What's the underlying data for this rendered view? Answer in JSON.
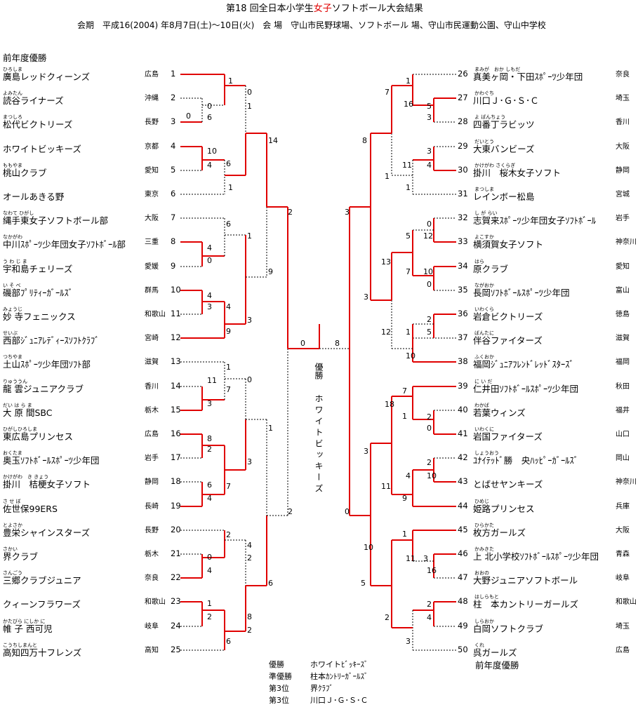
{
  "header": {
    "title_pre": "第18 回全日本小学生",
    "title_red": "女子",
    "title_post": "ソフトボール大会結果",
    "subtitle": "会期　平成16(2004) 年8月7日(土)～10日(火)　会 場　守山市民野球場、ソフトボール 場、守山市民運動公園、守山中学校"
  },
  "labels": {
    "prev_winner_left": "前年度優勝",
    "prev_winner_right": "前年度優勝",
    "champion_caption": "優勝",
    "champion_name": "ホワイトビッキーズ"
  },
  "left_teams": [
    {
      "seed": "1",
      "name": "廣島レッドクィーンズ",
      "ruby": "ひろしま",
      "pref": "広島"
    },
    {
      "seed": "2",
      "name": "読谷ライナーズ",
      "ruby": "よみたん",
      "pref": "沖縄"
    },
    {
      "seed": "3",
      "name": "松代ビクトリーズ",
      "ruby": "まつしろ",
      "pref": "長野"
    },
    {
      "seed": "4",
      "name": "ホワイトビッキーズ",
      "ruby": "",
      "pref": "京都"
    },
    {
      "seed": "5",
      "name": "桃山クラブ",
      "ruby": "ももやま",
      "pref": "愛知"
    },
    {
      "seed": "6",
      "name": "オールあきる野",
      "ruby": "",
      "pref": "東京"
    },
    {
      "seed": "7",
      "name": "縄手東女子ソフトボール部",
      "ruby": "なわて ひがし",
      "pref": "大阪"
    },
    {
      "seed": "8",
      "name": "中川ｽﾎﾟｰﾂ少年団女子ｿﾌﾄﾎﾞｰﾙ部",
      "ruby": "なかがわ",
      "pref": "三重"
    },
    {
      "seed": "9",
      "name": "宇和島チェリーズ",
      "ruby": "う わ じ ま",
      "pref": "愛媛"
    },
    {
      "seed": "10",
      "name": "磯部ﾌﾟﾘﾃｨｰｶﾞｰﾙｽﾞ",
      "ruby": "い そ べ",
      "pref": "群馬"
    },
    {
      "seed": "11",
      "name": "妙 寺フェニックス",
      "ruby": "みょうじ",
      "pref": "和歌山"
    },
    {
      "seed": "12",
      "name": "西部ｼﾞｭﾆｱﾚﾃﾞｨｰｽｿﾌﾄｸﾗﾌﾞ",
      "ruby": "せいぶ",
      "pref": "宮崎"
    },
    {
      "seed": "13",
      "name": "土山ｽﾎﾟｰﾂ少年団ｿﾌﾄ部",
      "ruby": "つちやま",
      "pref": "滋賀"
    },
    {
      "seed": "14",
      "name": "龍 雲ジュニアクラブ",
      "ruby": "りゅううん",
      "pref": "香川"
    },
    {
      "seed": "15",
      "name": "大 原 間SBC",
      "ruby": "だい は ら ま",
      "pref": "栃木"
    },
    {
      "seed": "16",
      "name": "東広島プリンセス",
      "ruby": "ひがしひろしま",
      "pref": "広島"
    },
    {
      "seed": "17",
      "name": "奥玉ｿﾌﾄﾎﾞｰﾙｽﾎﾟｰﾂ少年団",
      "ruby": "おくたま",
      "pref": "岩手"
    },
    {
      "seed": "18",
      "name": "掛川　桔梗女子ソフト",
      "ruby": "かけがわ　き きょう",
      "pref": "静岡"
    },
    {
      "seed": "19",
      "name": "佐世保99ERS",
      "ruby": "さ せ ぼ",
      "pref": "長崎"
    },
    {
      "seed": "20",
      "name": "豊栄シャインスターズ",
      "ruby": "とよさか",
      "pref": "長野"
    },
    {
      "seed": "21",
      "name": "界クラブ",
      "ruby": "さかい",
      "pref": "栃木"
    },
    {
      "seed": "22",
      "name": "三郷クラブジュニア",
      "ruby": "さんごう",
      "pref": "奈良"
    },
    {
      "seed": "23",
      "name": "クィーンフラワーズ",
      "ruby": "",
      "pref": "和歌山"
    },
    {
      "seed": "24",
      "name": "帷 子 西可児",
      "ruby": "かたびら にしか に",
      "pref": "岐阜"
    },
    {
      "seed": "25",
      "name": "高知四万十フレンズ",
      "ruby": "こうちしまんと",
      "pref": "高知"
    }
  ],
  "right_teams": [
    {
      "seed": "26",
      "name": "真美ヶ岡・下田ｽﾎﾟｰﾂ少年団",
      "ruby": "まみが　おか しもだ",
      "pref": "奈良"
    },
    {
      "seed": "27",
      "name": "川口Ｊ･Ｇ･Ｓ･Ｃ",
      "ruby": "かわぐち",
      "pref": "埼玉"
    },
    {
      "seed": "28",
      "name": "四番丁ラビッツ",
      "ruby": "よ ばんちょう",
      "pref": "香川"
    },
    {
      "seed": "29",
      "name": "大東バンビーズ",
      "ruby": "だいとう",
      "pref": "大阪"
    },
    {
      "seed": "30",
      "name": "掛川　桜木女子ソフト",
      "ruby": "かけがわ さくらぎ",
      "pref": "静岡"
    },
    {
      "seed": "31",
      "name": "レインボー松島",
      "ruby": "まつしま",
      "pref": "宮城"
    },
    {
      "seed": "32",
      "name": "志賀来ｽﾎﾟｰﾂ少年団女子ｿﾌﾄﾎﾞｰﾙ",
      "ruby": "し が らい",
      "pref": "岩手"
    },
    {
      "seed": "33",
      "name": "横須賀女子ソフト",
      "ruby": "よこすか",
      "pref": "神奈川"
    },
    {
      "seed": "34",
      "name": "原クラブ",
      "ruby": "はら",
      "pref": "愛知"
    },
    {
      "seed": "35",
      "name": "長岡ｿﾌﾄﾎﾞｰﾙｽﾎﾟｰﾂ少年団",
      "ruby": "ながおか",
      "pref": "富山"
    },
    {
      "seed": "36",
      "name": "岩倉ビクトリーズ",
      "ruby": "いわくら",
      "pref": "徳島"
    },
    {
      "seed": "37",
      "name": "伴谷ファイターズ",
      "ruby": "ばんたに",
      "pref": "滋賀"
    },
    {
      "seed": "38",
      "name": "福岡ｼﾞｭﾆｱﾌﾚﾝﾄﾞﾚｯﾄﾞｽﾀｰｽﾞ",
      "ruby": "ふくおか",
      "pref": "福岡"
    },
    {
      "seed": "39",
      "name": "仁井田ｿﾌﾄﾎﾞｰﾙｽﾎﾟｰﾂ少年団",
      "ruby": "に い だ",
      "pref": "秋田"
    },
    {
      "seed": "40",
      "name": "若葉ウィンズ",
      "ruby": "わかば",
      "pref": "福井"
    },
    {
      "seed": "41",
      "name": "岩国ファイターズ",
      "ruby": "いわくに",
      "pref": "山口"
    },
    {
      "seed": "42",
      "name": "ﾕﾅｲﾃｯﾄﾞ勝　央ﾊｯﾋﾟｰｶﾞｰﾙｽﾞ",
      "ruby": "しょうおう",
      "pref": "岡山"
    },
    {
      "seed": "43",
      "name": "とばせヤンキーズ",
      "ruby": "",
      "pref": "神奈川"
    },
    {
      "seed": "44",
      "name": "姫路プリンセス",
      "ruby": "ひめじ",
      "pref": "兵庫"
    },
    {
      "seed": "45",
      "name": "枚方ガールズ",
      "ruby": "ひらかた",
      "pref": "大阪"
    },
    {
      "seed": "46",
      "name": "上 北小学校ｿﾌﾄﾎﾞｰﾙｽﾎﾟｰﾂ少年団",
      "ruby": "かみきた",
      "pref": "青森"
    },
    {
      "seed": "47",
      "name": "大野ジュニアソフトボール",
      "ruby": "おおの",
      "pref": "岐阜"
    },
    {
      "seed": "48",
      "name": "柱　本カントリーガールズ",
      "ruby": "はしらもと",
      "pref": "和歌山"
    },
    {
      "seed": "49",
      "name": "白岡ソフトクラブ",
      "ruby": "しらおか",
      "pref": "埼玉"
    },
    {
      "seed": "50",
      "name": "呉ガールズ",
      "ruby": "くれ",
      "pref": "広島"
    }
  ],
  "scores": [
    "1",
    "0",
    "0",
    "6",
    "1",
    "0",
    "10",
    "4",
    "6",
    "1",
    "14",
    "2",
    "6",
    "1",
    "4",
    "0",
    "9",
    "4",
    "3",
    "4",
    "3",
    "9",
    "0",
    "1",
    "0",
    "11",
    "7",
    "3",
    "1",
    "8",
    "2",
    "3",
    "6",
    "4",
    "7",
    "4",
    "2",
    "0",
    "4",
    "2",
    "6",
    "1",
    "2",
    "8",
    "6",
    "2",
    "2",
    "8",
    "8",
    "7",
    "1",
    "16",
    "5",
    "3",
    "3",
    "11",
    "4",
    "1",
    "1",
    "3",
    "0",
    "5",
    "12",
    "13",
    "7",
    "10",
    "0",
    "3",
    "12",
    "1",
    "2",
    "5",
    "10",
    "7",
    "18",
    "1",
    "2",
    "0",
    "3",
    "2",
    "4",
    "10",
    "11",
    "9",
    "0",
    "10",
    "1",
    "11",
    "3",
    "16",
    "5",
    "2",
    "4",
    "2",
    "3"
  ],
  "summary": [
    {
      "place": "優勝",
      "team": "ホワイトﾋﾞｯｷｰｽﾞ"
    },
    {
      "place": "準優勝",
      "team": "柱本ｶﾝﾄﾘｰｶﾞｰﾙｽﾞ"
    },
    {
      "place": "第3位",
      "team": "界ｸﾗﾌﾞ"
    },
    {
      "place": "第3位",
      "team": "川口Ｊ･Ｇ･Ｓ･Ｃ"
    }
  ],
  "colors": {
    "winner_line": "#e00000",
    "loser_line": "#000000",
    "title_accent": "#e00000"
  }
}
